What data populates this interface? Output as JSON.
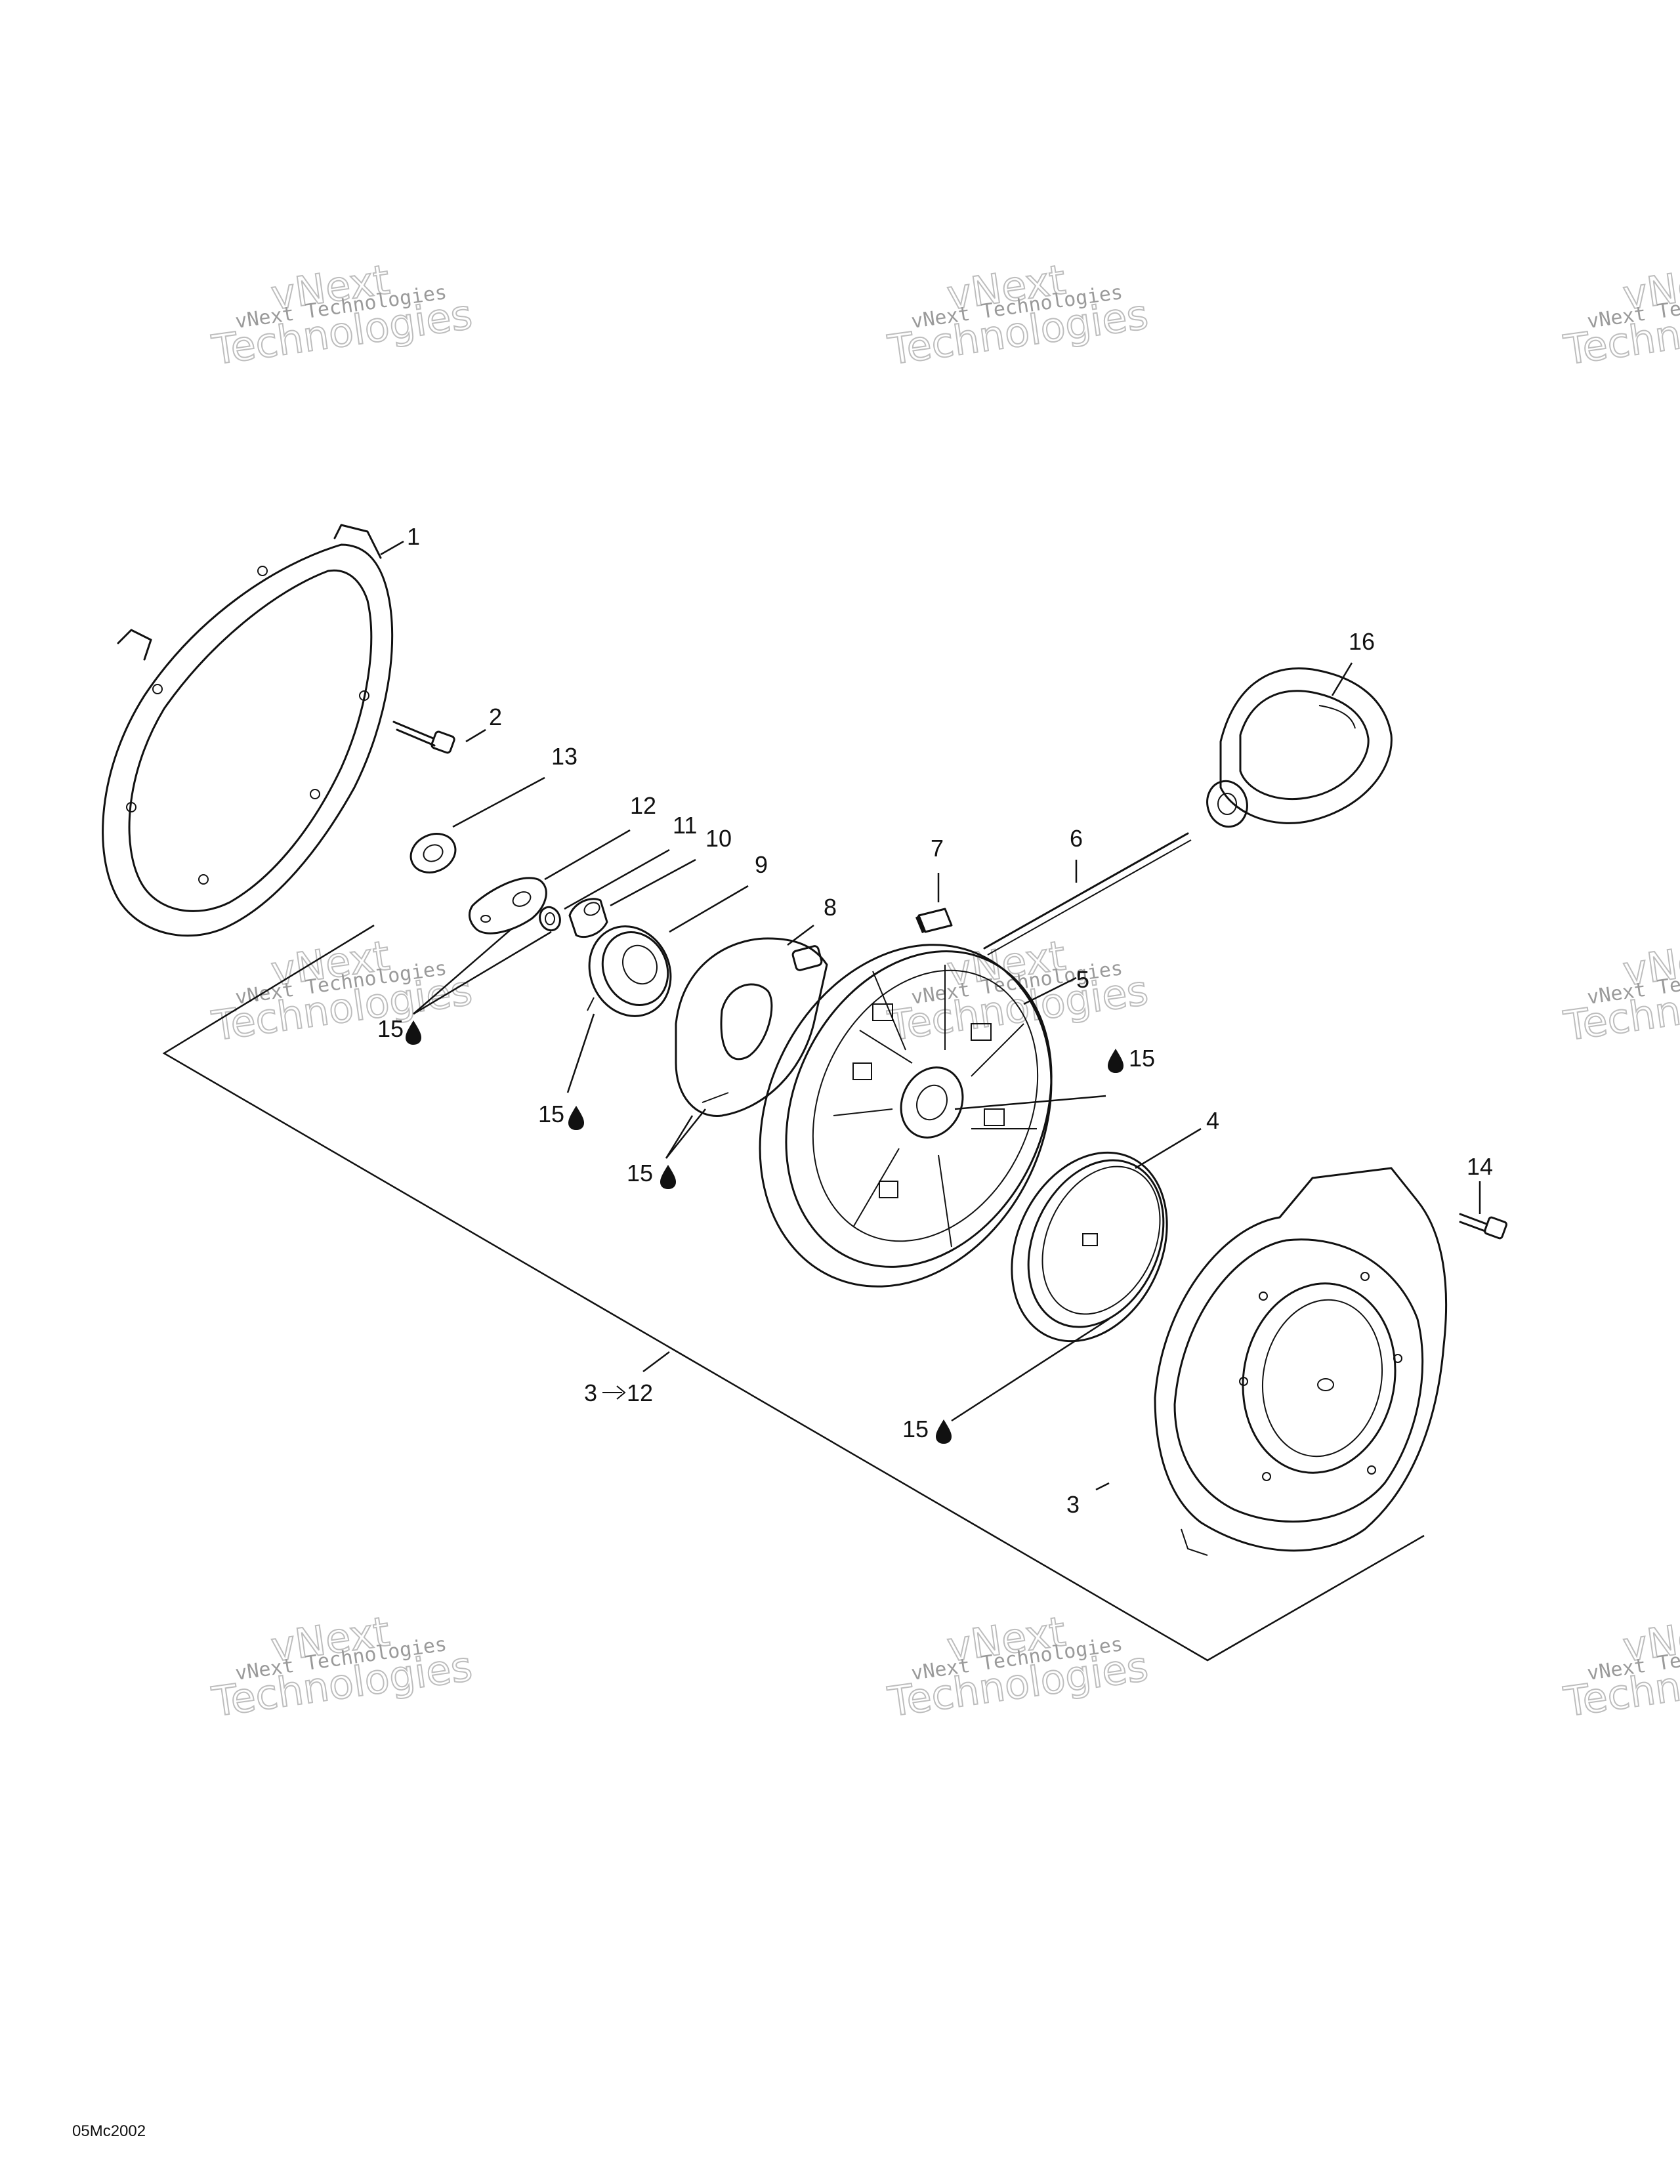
{
  "watermark": {
    "line1": "vNext Technologies",
    "line2": "vNext",
    "line3": "Technologies"
  },
  "callouts": {
    "p1": "1",
    "p2": "2",
    "p3": "3",
    "p4": "4",
    "p5": "5",
    "p6": "6",
    "p7": "7",
    "p8": "8",
    "p9": "9",
    "p10": "10",
    "p11": "11",
    "p12": "12",
    "p13": "13",
    "p14": "14",
    "p16": "16",
    "lube": "15",
    "kit": "3",
    "kit_end": "12"
  },
  "drawing_code": "05Mc2002"
}
